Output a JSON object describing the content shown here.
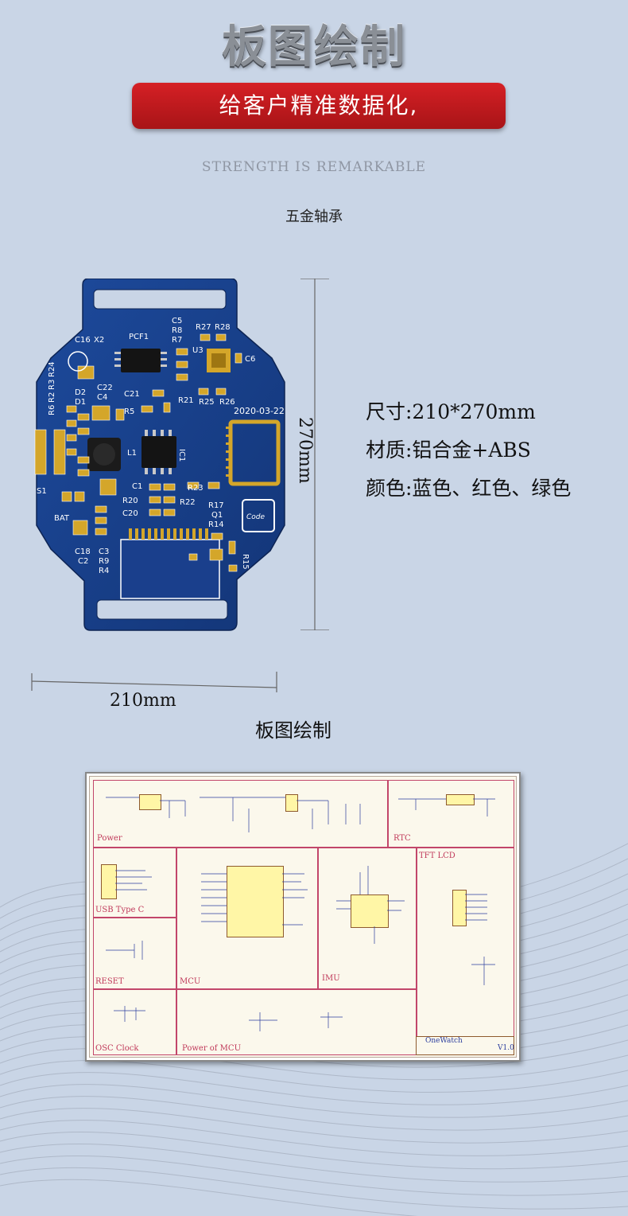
{
  "header": {
    "title": "板图绘制",
    "banner": "给客户精准数据化,",
    "slogan": "STRENGTH IS REMARKABLE",
    "subhead": "五金轴承"
  },
  "pcb": {
    "labels": [
      "PCF1",
      "C5",
      "R8",
      "R7",
      "R27",
      "R28",
      "C16",
      "X2",
      "U3",
      "C6",
      "R24",
      "R3",
      "R2",
      "R6",
      "D2",
      "D1",
      "C22",
      "C4",
      "C21",
      "R5",
      "R21",
      "R25",
      "R26",
      "2020-03-22",
      "L1",
      "IC1",
      "S1",
      "BAT",
      "C1",
      "R23",
      "R20",
      "R22",
      "C20",
      "R17",
      "Q1",
      "R14",
      "C18",
      "C2",
      "C3",
      "R9",
      "R4",
      "R15",
      "Code"
    ],
    "board_color": "#1a3f8c",
    "pad_color": "#d4a62a"
  },
  "dimensions": {
    "height_label": "270mm",
    "width_label": "210mm"
  },
  "specs": {
    "size": "尺寸:210*270mm",
    "material": "材质:铝合金+ABS",
    "color": "颜色:蓝色、红色、绿色"
  },
  "subhead2": "板图绘制",
  "schematic": {
    "blocks": [
      "Power",
      "RTC",
      "TFT LCD",
      "USB Type C",
      "RESET",
      "MCU",
      "IMU",
      "OSC Clock",
      "Power of MCU"
    ],
    "title_block": "OneWatch",
    "version": "V1.0"
  },
  "colors": {
    "background": "#c9d5e6",
    "banner": "#c81a1e",
    "schematic_frame": "#c2466a"
  }
}
